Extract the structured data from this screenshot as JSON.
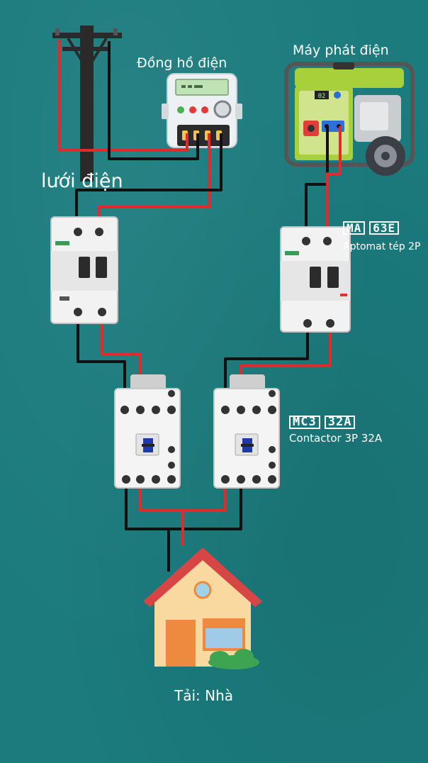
{
  "labels": {
    "meter": "Đồng hồ điện",
    "generator": "Máy phát điện",
    "grid": "lưới điện",
    "breaker_model_a": "MA",
    "breaker_model_b": "63E",
    "breaker_desc": "Aptomat tép 2P",
    "contactor_model_a": "MC3",
    "contactor_model_b": "32A",
    "contactor_desc": "Contactor 3P 32A",
    "load": "Tải: Nhà"
  },
  "generator_display": "02",
  "colors": {
    "background": "#1b7b7d",
    "wire_live": "#e02b2b",
    "wire_neutral": "#111111",
    "device_body": "#f2f2f2",
    "generator_frame": "#a7d03a",
    "house_roof": "#d84545",
    "house_wall": "#f9d9a0",
    "house_door": "#ee8a3f"
  }
}
